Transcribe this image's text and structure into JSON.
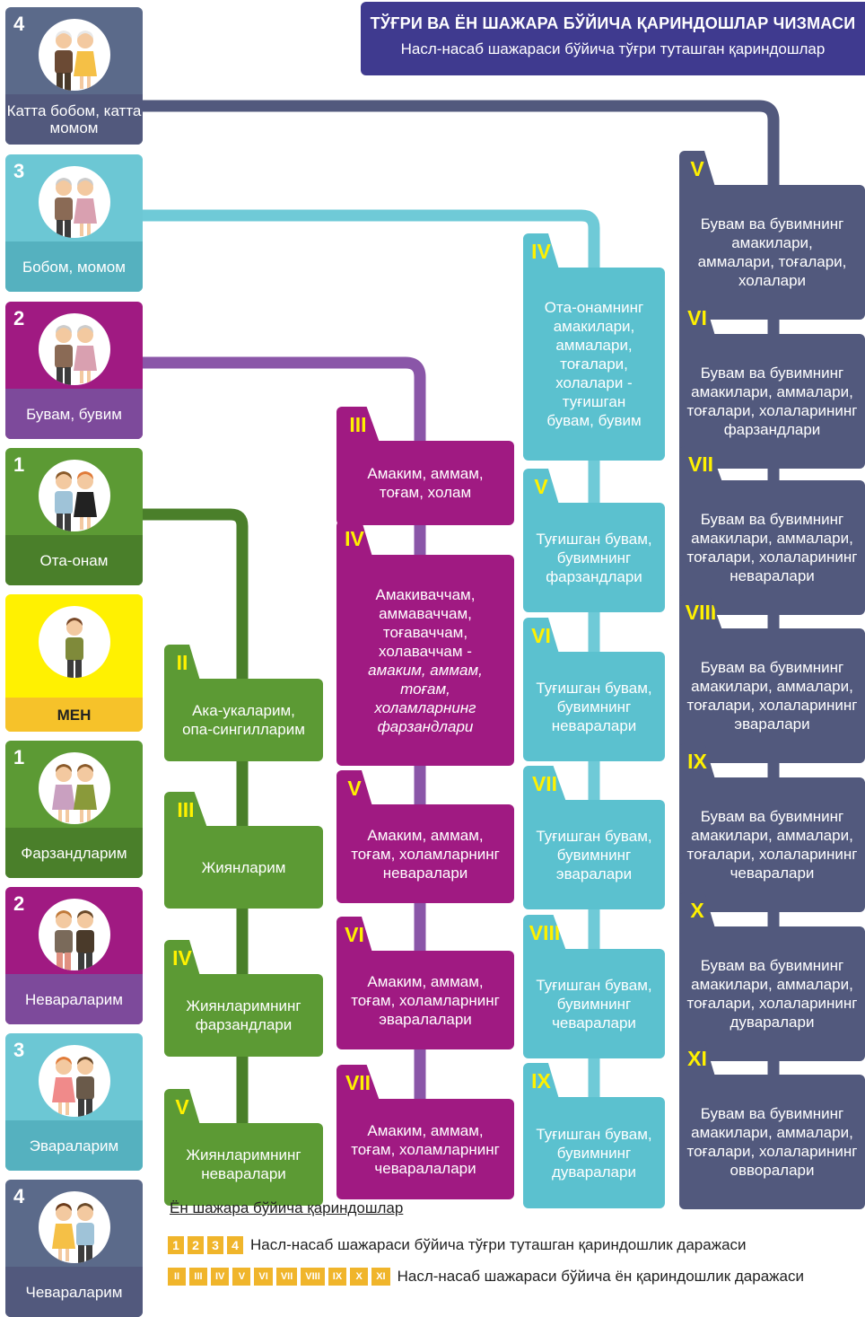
{
  "title": {
    "main": "ТЎҒРИ ВА ЁН ШАЖАРА БЎЙИЧА ҚАРИНДОШЛАР ЧИЗМАСИ",
    "subtitle": "Насл-насаб шажараси бўйича тўғри туташган қариндошлар"
  },
  "colors": {
    "dark_slate": "#52597d",
    "teal": "#5bc1cf",
    "magenta": "#a01a82",
    "green": "#5c9a34",
    "yellow": "#fff101",
    "purple": "#7a4a9a",
    "gold": "#f0b52b"
  },
  "generations": [
    {
      "num": "4",
      "label": "Катта бобом, катта момом",
      "icon": "great-grandparents-icon"
    },
    {
      "num": "3",
      "label": "Бобом, момом",
      "icon": "grandparents-icon"
    },
    {
      "num": "2",
      "label": "Бувам, бувим",
      "icon": "grandparents-icon"
    },
    {
      "num": "1",
      "label": "Ота-онам",
      "icon": "parents-icon"
    },
    {
      "num": "",
      "label": "МЕН",
      "icon": "person-icon"
    },
    {
      "num": "1",
      "label": "Фарзандларим",
      "icon": "children-icon"
    },
    {
      "num": "2",
      "label": "Невараларим",
      "icon": "grandchildren-icon"
    },
    {
      "num": "3",
      "label": "Эвараларим",
      "icon": "great-grandchildren-icon"
    },
    {
      "num": "4",
      "label": "Чевараларим",
      "icon": "great-great-grandchildren-icon"
    }
  ],
  "columns": {
    "siblings": [
      {
        "deg": "II",
        "lines": [
          "Ака-укаларим,",
          "опа-сингилларим"
        ]
      },
      {
        "deg": "III",
        "lines": [
          "Жиянларим"
        ]
      },
      {
        "deg": "IV",
        "lines": [
          "Жиянларимнинг",
          "фарзандлари"
        ]
      },
      {
        "deg": "V",
        "lines": [
          "Жиянларимнинг",
          "невaралари"
        ]
      }
    ],
    "uncles": [
      {
        "deg": "III",
        "lines": [
          "Амаким, аммам,",
          "тоғам, холам"
        ]
      },
      {
        "deg": "IV",
        "lines": [
          "Амакиваччам,",
          "аммаваччам,",
          "тоғаваччам,",
          "холаваччам -"
        ],
        "italic_lines": [
          "амаким, аммам,",
          "тоғам,",
          "холамларнинг",
          "фарзандлари"
        ]
      },
      {
        "deg": "V",
        "lines": [
          "Амаким, аммам,",
          "тоғам, холамларнинг",
          "невaралари"
        ]
      },
      {
        "deg": "VI",
        "lines": [
          "Амаким, аммам,",
          "тоғам, холамларнинг",
          "эваралалари"
        ]
      },
      {
        "deg": "VII",
        "lines": [
          "Амаким, аммам,",
          "тоғам, холамларнинг",
          "чеваралалари"
        ]
      }
    ],
    "grand_uncles": [
      {
        "deg": "IV",
        "lines": [
          "Ота-онамнинг",
          "амакилари,",
          "аммалари,",
          "тоғалари,",
          "холалари -",
          "туғишган",
          "бувам, бувим"
        ]
      },
      {
        "deg": "V",
        "lines": [
          "Туғишган бувам,",
          "бувимнинг",
          "фарзандлари"
        ]
      },
      {
        "deg": "VI",
        "lines": [
          "Туғишган бувам,",
          "бувимнинг",
          "невaралари"
        ]
      },
      {
        "deg": "VII",
        "lines": [
          "Туғишган бувам,",
          "бувимнинг",
          "эваралари"
        ]
      },
      {
        "deg": "VIII",
        "lines": [
          "Туғишган бувам,",
          "бувимнинг",
          "чеваралари"
        ]
      },
      {
        "deg": "IX",
        "lines": [
          "Туғишган бувам,",
          "бувимнинг",
          "дуваралари"
        ]
      }
    ],
    "great_uncles": [
      {
        "deg": "V",
        "lines": [
          "Бувам ва бувимнинг",
          "амакилари,",
          "аммалари, тоғалари,",
          "холалари"
        ]
      },
      {
        "deg": "VI",
        "lines": [
          "Бувам ва бувимнинг",
          "амакилари, аммалари,",
          "тоғалари, холаларининг",
          "фарзандлари"
        ]
      },
      {
        "deg": "VII",
        "lines": [
          "Бувам ва бувимнинг",
          "амакилари, аммалари,",
          "тоғалари, холаларининг",
          "невaралари"
        ]
      },
      {
        "deg": "VIII",
        "lines": [
          "Бувам ва бувимнинг",
          "амакилари, аммалари,",
          "тоғалари, холаларининг",
          "эваралари"
        ]
      },
      {
        "deg": "IX",
        "lines": [
          "Бувам ва бувимнинг",
          "амакилари, аммалари,",
          "тоғалари, холаларининг",
          "чеваралари"
        ]
      },
      {
        "deg": "X",
        "lines": [
          "Бувам ва бувимнинг",
          "амакилари, аммалари,",
          "тоғалари, холаларининг",
          "дуваралари"
        ]
      },
      {
        "deg": "XI",
        "lines": [
          "Бувам ва бувимнинг",
          "амакилари, аммалари,",
          "тоғалари, холаларининг",
          "овворалари"
        ]
      }
    ]
  },
  "legend": {
    "heading": "Ён шажара бўйича қариндошлар",
    "direct_badges": [
      "1",
      "2",
      "3",
      "4"
    ],
    "direct_text": "Насл-насаб шажараси бўйича тўғри туташган қариндошлик даражаси",
    "side_badges": [
      "II",
      "III",
      "IV",
      "V",
      "VI",
      "VII",
      "VIII",
      "IX",
      "X",
      "XI"
    ],
    "side_text": "Насл-насаб шажараси бўйича ён қариндошлик даражаси"
  }
}
